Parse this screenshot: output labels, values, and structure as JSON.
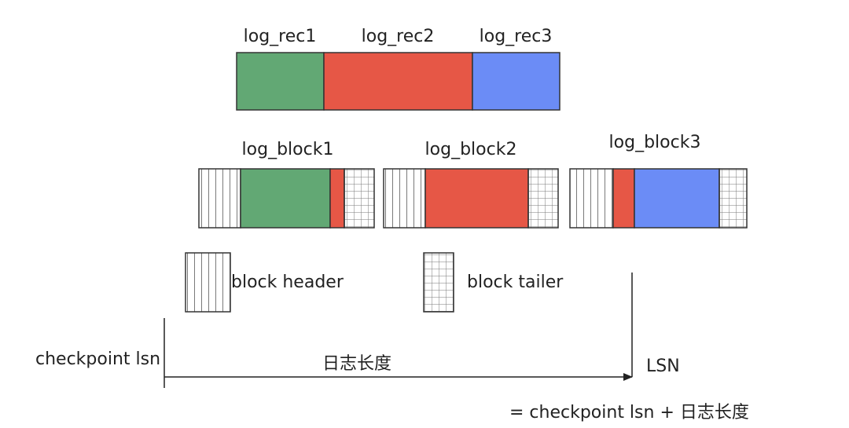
{
  "colors": {
    "green": "#62a874",
    "red": "#e65746",
    "blue": "#6b8cf6",
    "outline": "#333333",
    "hatch": "#7a7a7a",
    "background": "#ffffff"
  },
  "records": [
    {
      "label": "log_rec1",
      "color": "green"
    },
    {
      "label": "log_rec2",
      "color": "red"
    },
    {
      "label": "log_rec3",
      "color": "blue"
    }
  ],
  "blocks": [
    {
      "label": "log_block1"
    },
    {
      "label": "log_block2"
    },
    {
      "label": "log_block3"
    }
  ],
  "legend": {
    "header_label": "block header",
    "tailer_label": "block tailer"
  },
  "timeline": {
    "start_label": "checkpoint lsn",
    "length_label": "日志长度",
    "end_label": "LSN",
    "formula": "= checkpoint lsn + 日志长度"
  }
}
